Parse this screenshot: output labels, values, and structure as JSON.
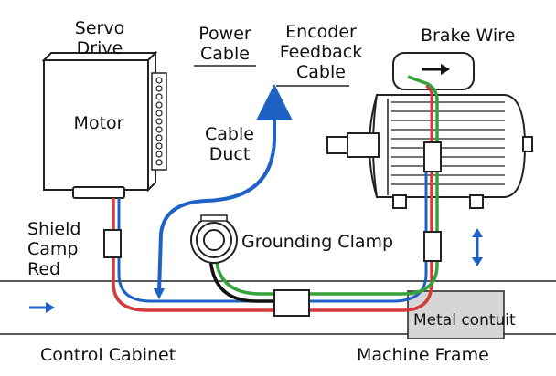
{
  "labels": {
    "servo_drive": [
      "Servo",
      "Drive"
    ],
    "power_cable": [
      "Power",
      "Cable"
    ],
    "encoder_cable": [
      "Encoder",
      "Feedback",
      "Cable"
    ],
    "brake_wire": "Brake Wire",
    "motor": "Motor",
    "cable_duct": [
      "Cable",
      "Duct"
    ],
    "shield_clamp": [
      "Shield",
      "Camp",
      "Red"
    ],
    "grounding_clamp": "Grounding Clamp",
    "metal_conduit": "Metal contuit",
    "control_cabinet": "Control Cabinet",
    "machine_frame": "Machine Frame"
  },
  "colors": {
    "red_wire": "#d63a3a",
    "green_wire": "#35a33a",
    "blue_wire": "#1f62c6",
    "black_wire": "#111111",
    "outline": "#222222",
    "conduit_fill": "#d6d6d6",
    "arrow_blue": "#1f62c6"
  }
}
